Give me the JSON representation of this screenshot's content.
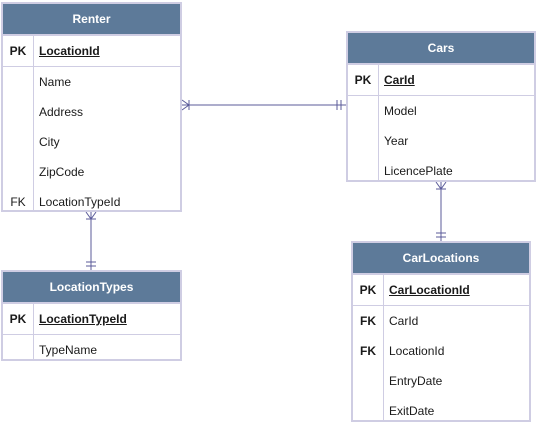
{
  "entities": {
    "renter": {
      "title": "Renter",
      "rows": [
        {
          "key": "PK",
          "field": "LocationId"
        },
        {
          "key": "",
          "field": "Name"
        },
        {
          "key": "",
          "field": "Address"
        },
        {
          "key": "",
          "field": "City"
        },
        {
          "key": "",
          "field": "ZipCode"
        },
        {
          "key": "FK",
          "field": "LocationTypeId"
        }
      ]
    },
    "cars": {
      "title": "Cars",
      "rows": [
        {
          "key": "PK",
          "field": "CarId"
        },
        {
          "key": "",
          "field": "Model"
        },
        {
          "key": "",
          "field": "Year"
        },
        {
          "key": "",
          "field": "LicencePlate"
        }
      ]
    },
    "location_types": {
      "title": "LocationTypes",
      "rows": [
        {
          "key": "PK",
          "field": "LocationTypeId"
        },
        {
          "key": "",
          "field": "TypeName"
        }
      ]
    },
    "car_locations": {
      "title": "CarLocations",
      "rows": [
        {
          "key": "PK",
          "field": "CarLocationId"
        },
        {
          "key": "FK",
          "field": "CarId"
        },
        {
          "key": "FK",
          "field": "LocationId"
        },
        {
          "key": "",
          "field": "EntryDate"
        },
        {
          "key": "",
          "field": "ExitDate"
        }
      ]
    }
  },
  "colors": {
    "header_fill": "#5d7a99",
    "border": "#cfcde3",
    "connector": "#5b5b9a"
  }
}
